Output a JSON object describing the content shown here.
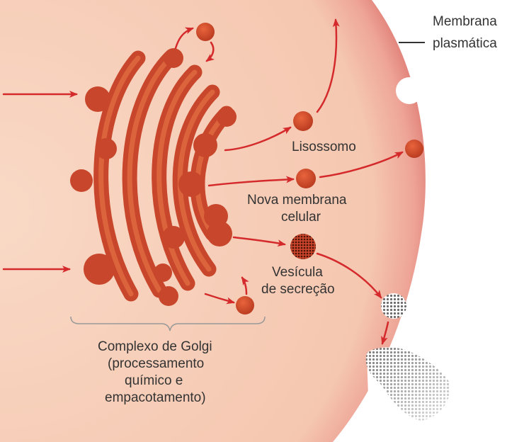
{
  "labels": {
    "plasma_membrane": [
      "Membrana",
      "plasmática"
    ],
    "lysosome": "Lisossomo",
    "new_membrane": [
      "Nova membrana",
      "celular"
    ],
    "secretory_vesicle": [
      "Vesícula",
      "de secreção"
    ],
    "golgi": [
      "Complexo de Golgi",
      "(processamento",
      "químico e",
      "empacotamento)"
    ]
  },
  "colors": {
    "cytoplasm": "#f6cdb6",
    "membrane_edge": "#e58a84",
    "cisterna": "#c8462b",
    "cisterna_light": "#e06a3f",
    "arrow": "#d42a2c",
    "text": "#333333"
  }
}
